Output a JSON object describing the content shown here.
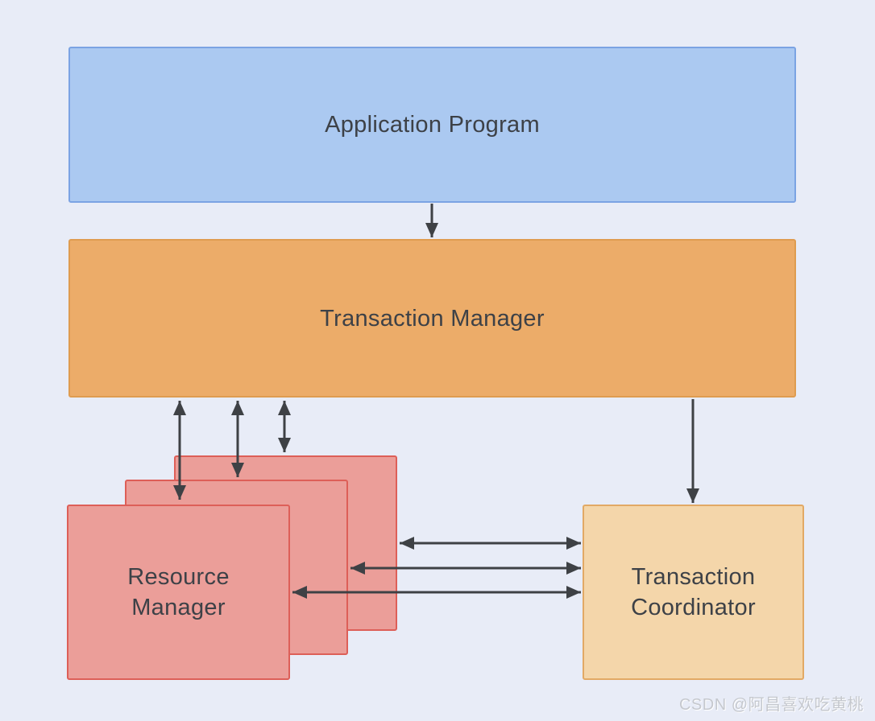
{
  "diagram": {
    "background_color": "#e8ecf7",
    "arrow_color": "#3e4145",
    "nodes": {
      "application_program": {
        "label": "Application Program",
        "fill": "#abc9f1",
        "border": "#7ba3e3"
      },
      "transaction_manager": {
        "label": "Transaction Manager",
        "fill": "#ecac69",
        "border": "#df9c50"
      },
      "resource_manager": {
        "label": "Resource Manager",
        "fill": "#eb9e99",
        "border": "#dd5f58",
        "instances": 3
      },
      "transaction_coordinator": {
        "label": "Transaction Coordinator",
        "fill": "#f4d6aa",
        "border": "#e2a965"
      }
    },
    "connections": [
      {
        "from": "application_program",
        "to": "transaction_manager",
        "bidirectional": false
      },
      {
        "from": "transaction_manager",
        "to": "transaction_coordinator",
        "bidirectional": false
      },
      {
        "from": "transaction_manager",
        "to": "resource_manager_front",
        "bidirectional": true
      },
      {
        "from": "transaction_manager",
        "to": "resource_manager_middle",
        "bidirectional": true
      },
      {
        "from": "transaction_manager",
        "to": "resource_manager_back",
        "bidirectional": true
      },
      {
        "from": "resource_manager_back",
        "to": "transaction_coordinator",
        "bidirectional": true
      },
      {
        "from": "resource_manager_middle",
        "to": "transaction_coordinator",
        "bidirectional": true
      },
      {
        "from": "resource_manager_front",
        "to": "transaction_coordinator",
        "bidirectional": true
      }
    ]
  },
  "watermark": {
    "text": "CSDN @阿昌喜欢吃黄桃",
    "color": "#c5c8ce"
  }
}
